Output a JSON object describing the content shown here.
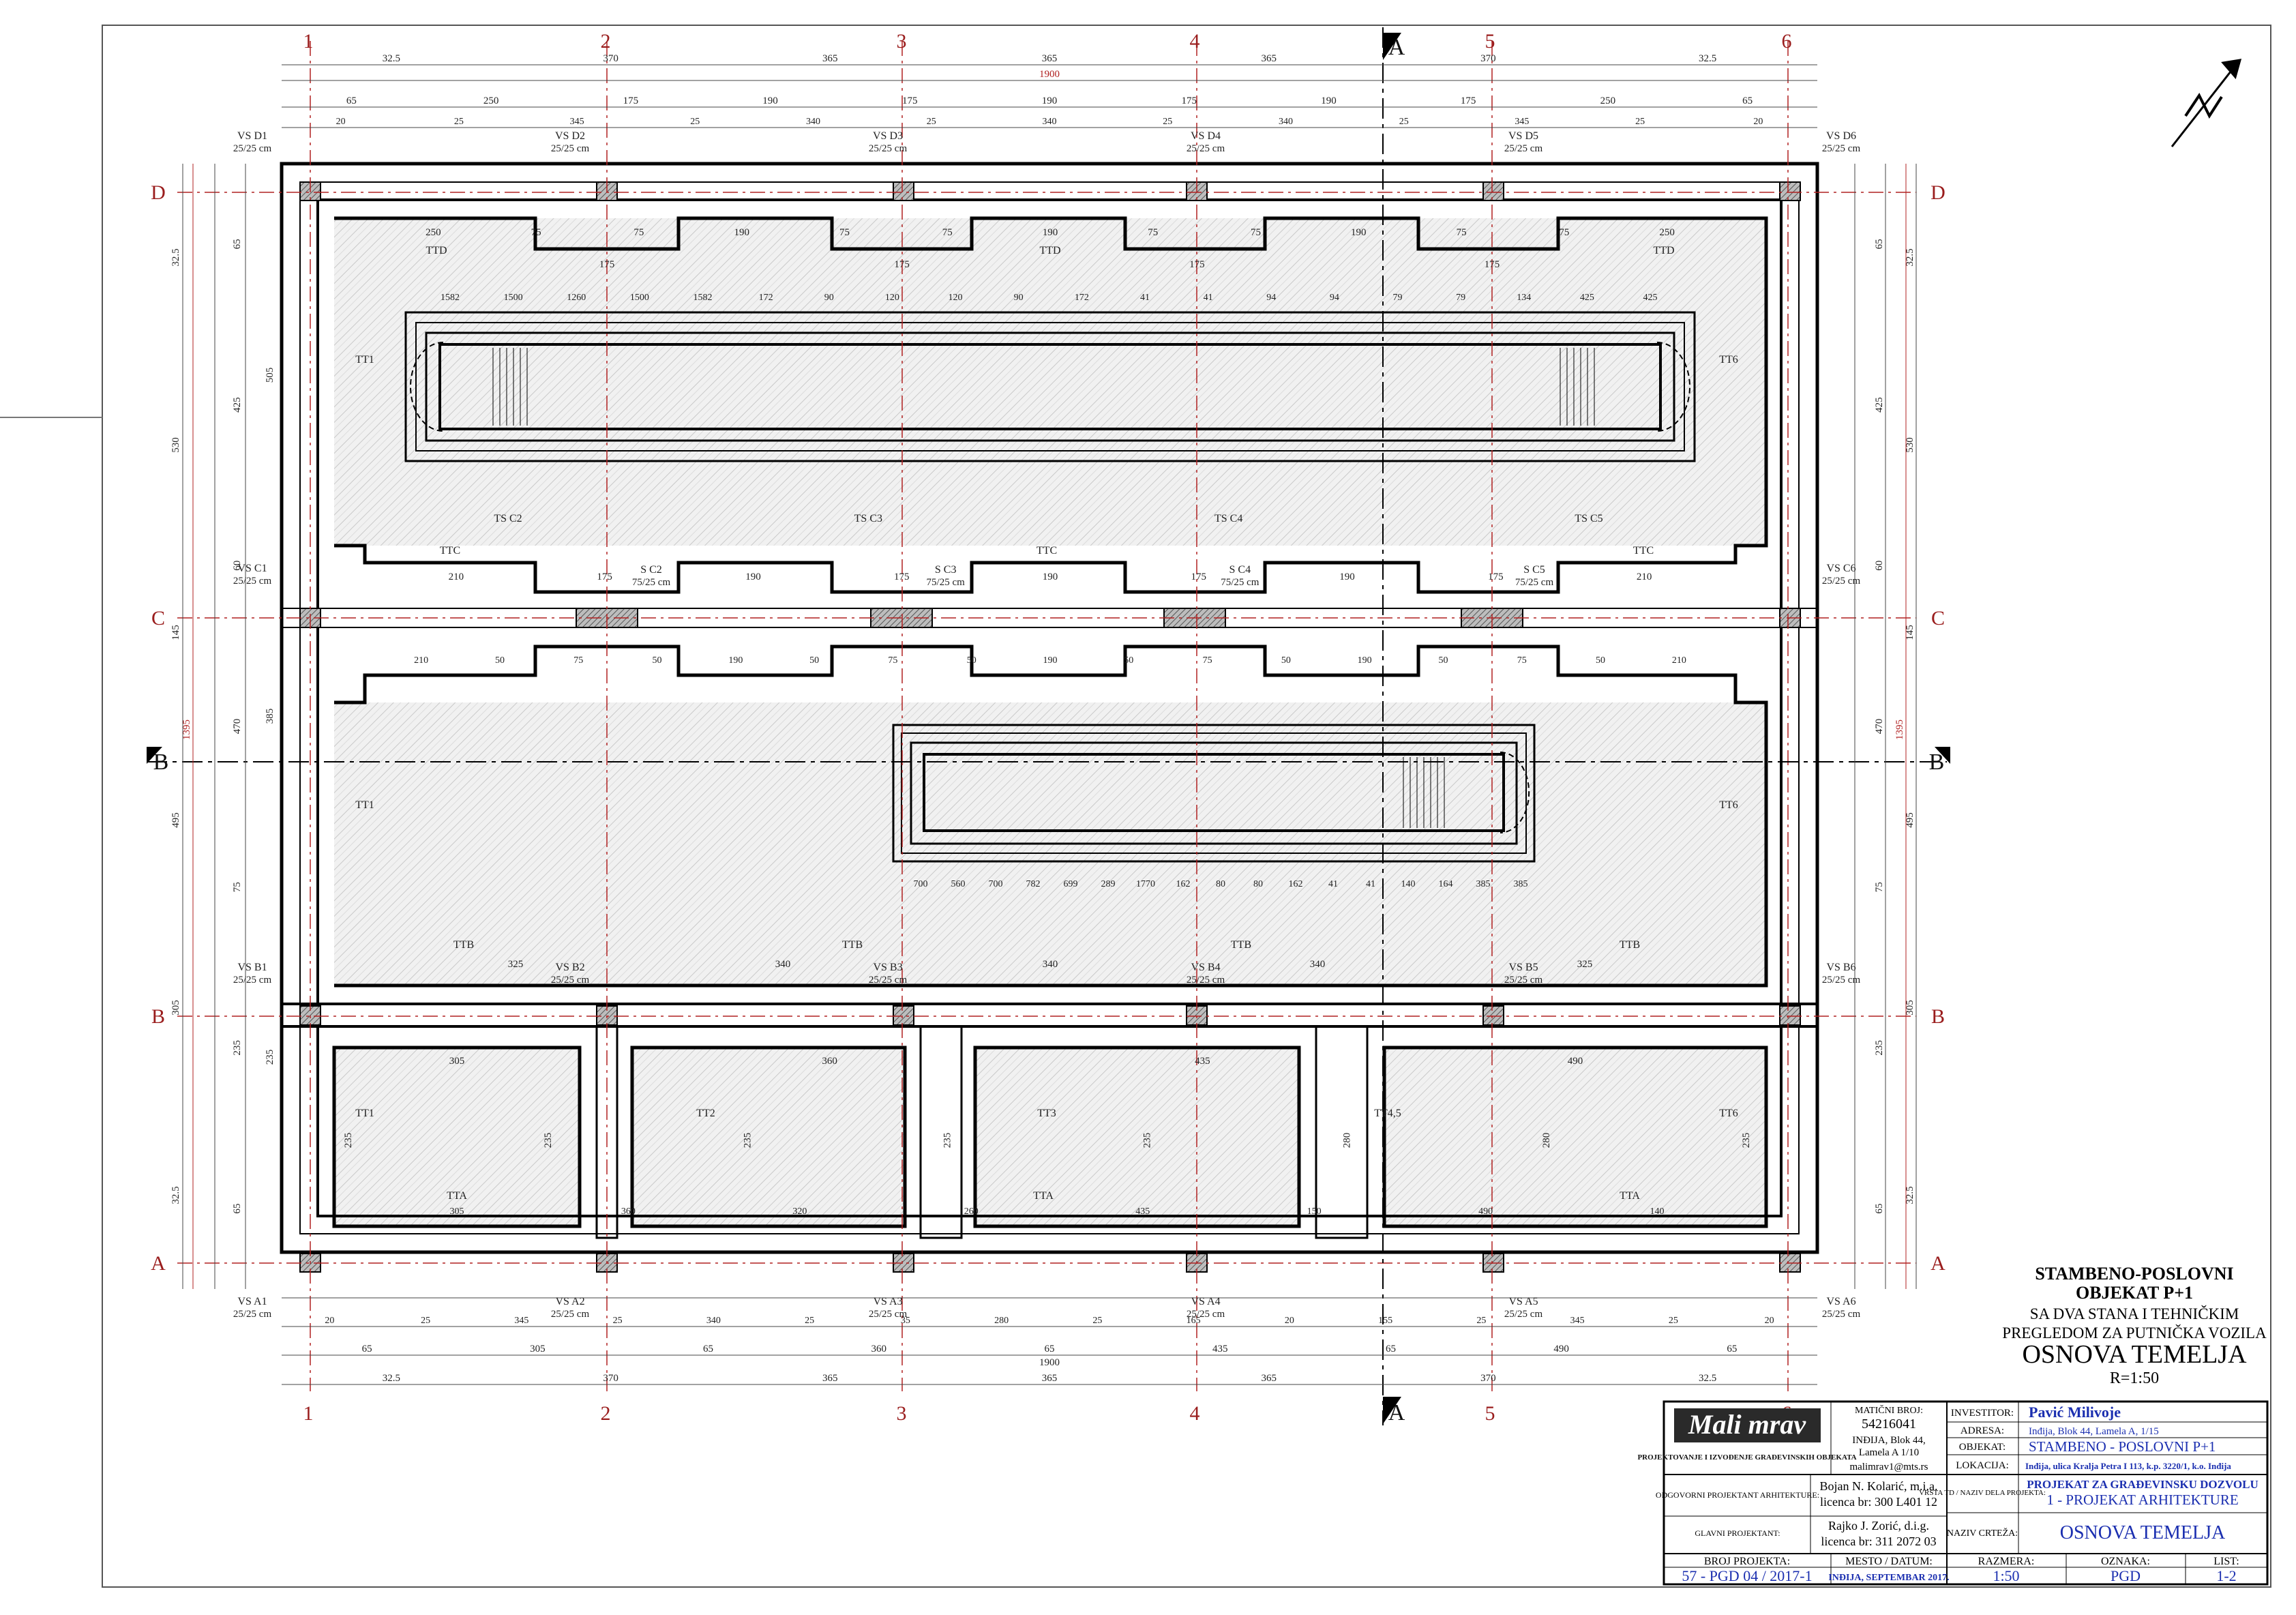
{
  "sheet": {
    "grid_columns": [
      "1",
      "2",
      "3",
      "4",
      "5",
      "6"
    ],
    "grid_rows": [
      "D",
      "C",
      "B",
      "A"
    ],
    "section_markers": [
      "A",
      "B"
    ],
    "north_label": "N"
  },
  "dims": {
    "top_axis": [
      "32.5",
      "370",
      "365",
      "365",
      "365",
      "370",
      "32.5"
    ],
    "top_total": "1900",
    "top_row2": [
      "65",
      "250",
      "175",
      "190",
      "175",
      "190",
      "175",
      "190",
      "175",
      "250",
      "65"
    ],
    "top_row3": [
      "20",
      "25",
      "345",
      "25",
      "340",
      "25",
      "340",
      "25",
      "340",
      "25",
      "345",
      "25",
      "20"
    ],
    "bottom_row1": [
      "20",
      "25",
      "345",
      "25",
      "340",
      "25",
      "35",
      "280",
      "25",
      "165",
      "20",
      "155",
      "25",
      "345",
      "25",
      "20"
    ],
    "bottom_row2": [
      "65",
      "305",
      "65",
      "360",
      "65",
      "435",
      "65",
      "490",
      "65"
    ],
    "bottom_total": "1900",
    "bottom_axis": [
      "32.5",
      "370",
      "365",
      "365",
      "365",
      "370",
      "32.5"
    ],
    "left_outer": [
      "32.5",
      "530",
      "145",
      "495",
      "305",
      "32.5"
    ],
    "left_mid": [
      "65",
      "425",
      "60",
      "470",
      "75",
      "235",
      "65"
    ],
    "left_inner": [
      "505",
      "385",
      "235"
    ],
    "overall_height": "1395",
    "upper_strips": [
      "250",
      "75",
      "75",
      "190",
      "75",
      "75",
      "190",
      "75",
      "75",
      "190",
      "75",
      "75",
      "250"
    ],
    "upper_notch": [
      "175",
      "175",
      "175",
      "175"
    ],
    "mid_strips": [
      "210",
      "175",
      "190",
      "175",
      "190",
      "175",
      "190",
      "175",
      "210"
    ],
    "mid_lower": [
      "210",
      "50",
      "75",
      "50",
      "190",
      "50",
      "75",
      "50",
      "190",
      "50",
      "75",
      "50",
      "190",
      "50",
      "75",
      "50",
      "210"
    ],
    "lower_b_strip": [
      "325",
      "340",
      "340",
      "340",
      "325"
    ],
    "pit_upper": [
      "1582",
      "1500",
      "1260",
      "1500",
      "1582",
      "172",
      "90",
      "120",
      "120",
      "90",
      "172",
      "41",
      "41",
      "94",
      "94",
      "79",
      "79",
      "134",
      "425",
      "425"
    ],
    "pit_lower": [
      "700",
      "560",
      "700",
      "782",
      "699",
      "289",
      "1770",
      "162",
      "80",
      "80",
      "162",
      "41",
      "41",
      "140",
      "164",
      "385",
      "385"
    ],
    "cells_top": [
      "305",
      "360",
      "435",
      "490"
    ],
    "cells_bottom": [
      "305",
      "360",
      "320",
      "260",
      "435",
      "150",
      "490",
      "140"
    ],
    "cells_side": [
      "235",
      "235",
      "235",
      "235",
      "235",
      "280",
      "280",
      "235"
    ]
  },
  "tags": {
    "vs_top": [
      "VS D1",
      "VS D2",
      "VS D3",
      "VS D4",
      "VS D5",
      "VS D6"
    ],
    "vs_mid": [
      "VS C1",
      "VS C6"
    ],
    "vs_b": [
      "VS B1",
      "VS B2",
      "VS B3",
      "VS B4",
      "VS B5",
      "VS B6"
    ],
    "vs_bottom": [
      "VS A1",
      "VS A2",
      "VS A3",
      "VS A4",
      "VS A5",
      "VS A6"
    ],
    "vs_size": "25/25 cm",
    "ts": [
      "TS C2",
      "TS C3",
      "TS C4",
      "TS C5"
    ],
    "s": [
      "S C2",
      "S C3",
      "S C4",
      "S C5"
    ],
    "s_size": "75/25 cm",
    "ttd": "TTD",
    "ttc": "TTC",
    "ttb": "TTB",
    "tta": "TTA",
    "tt1": "TT1",
    "tt2": "TT2",
    "tt3": "TT3",
    "tt45": "TT4,5",
    "tt6": "TT6"
  },
  "title": {
    "line1": "STAMBENO-POSLOVNI",
    "line2": "OBJEKAT P+1",
    "line3": "SA DVA STANA I TEHNIČKIM",
    "line4": "PREGLEDOM ZA PUTNIČKA VOZILA",
    "main": "OSNOVA TEMELJA",
    "scale": "R=1:50"
  },
  "titleblock": {
    "logo": "Mali mrav",
    "company": "PROJEKTOVANJE I IZVOĐENJE GRAĐEVINSKIH OBJEKATA",
    "mb_label": "MATIČNI BROJ:",
    "mb_value": "54216041",
    "addr1": "INĐIJA, Blok 44,",
    "addr2": "Lamela A 1/10",
    "email": "malimrav1@mts.rs",
    "odg_label": "ODGOVORNI PROJEKTANT ARHITEKTURE:",
    "odg_name": "Bojan N. Kolarić, m.i.a.",
    "odg_lic": "licenca br: 300 L401 12",
    "glavni_label": "GLAVNI PROJEKTANT:",
    "glavni_name": "Rajko J. Zorić, d.i.g.",
    "glavni_lic": "licenca br: 311 2072 03",
    "broj_label": "BROJ PROJEKTA:",
    "broj_value": "57 - PGD 04 / 2017-1",
    "mesto_label": "MESTO / DATUM:",
    "mesto_value": "INĐIJA, SEPTEMBAR 2017.",
    "investitor_label": "INVESTITOR:",
    "investitor_value": "Pavić Milivoje",
    "adresa_label": "ADRESA:",
    "adresa_value": "Inđija, Blok 44, Lamela A, 1/15",
    "objekat_label": "OBJEKAT:",
    "objekat_value": "STAMBENO - POSLOVNI  P+1",
    "lokacija_label": "LOKACIJA:",
    "lokacija_value": "Inđija, ulica Kralja Petra I 113, k.p. 3220/1, k.o. Inđija",
    "vrsta_label": "VRSTA TD / NAZIV DELA PROJEKTA:",
    "vrsta_value1": "PROJEKAT ZA GRAĐEVINSKU DOZVOLU",
    "vrsta_value2": "1 - PROJEKAT ARHITEKTURE",
    "naziv_label": "NAZIV CRTEŽA:",
    "naziv_value": "OSNOVA TEMELJA",
    "razmera_label": "RAZMERA:",
    "razmera_value": "1:50",
    "oznaka_label": "OZNAKA:",
    "oznaka_value": "PGD",
    "list_label": "LIST:",
    "list_value": "1-2"
  }
}
